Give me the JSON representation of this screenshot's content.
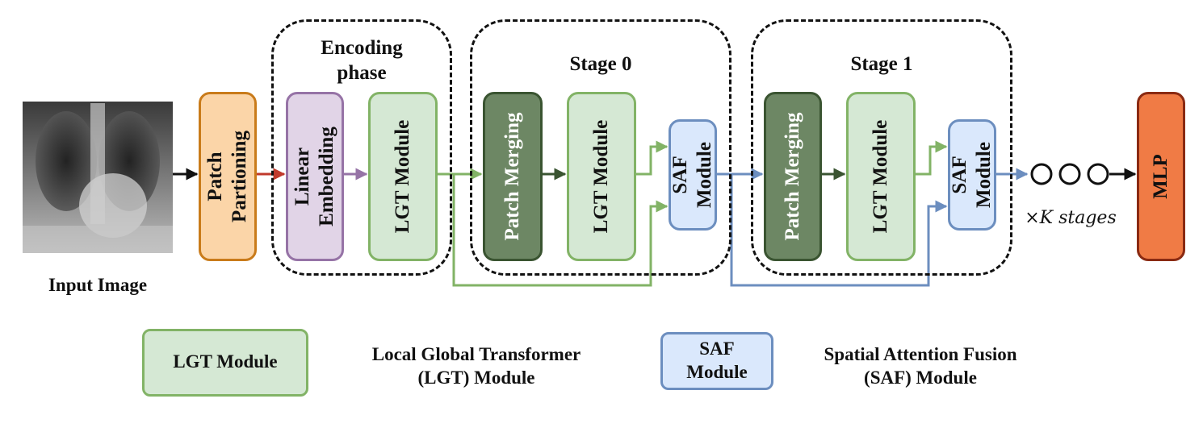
{
  "input_image": {
    "label": "Input Image"
  },
  "phases": {
    "encoding": "Encoding\nphase",
    "stage0": "Stage 0",
    "stage1": "Stage 1"
  },
  "blocks": {
    "patch_partitioning": "Patch\nPartioning",
    "linear_embedding": "Linear\nEmbedding",
    "lgt_encoding": "LGT Module",
    "patch_merging_0": "Patch Merging",
    "lgt_stage0": "LGT Module",
    "saf_stage0": "SAF\nModule",
    "patch_merging_1": "Patch Merging",
    "lgt_stage1": "LGT Module",
    "saf_stage1": "SAF\nModule",
    "mlp": "MLP"
  },
  "repeat_label": "×K stages",
  "legend": {
    "lgt_box": "LGT Module",
    "lgt_desc": "Local Global Transformer\n(LGT) Module",
    "saf_box": "SAF\nModule",
    "saf_desc": "Spatial Attention Fusion\n(SAF) Module"
  },
  "colors": {
    "orange_fill": "#fbd5a8",
    "orange_stroke": "#c97b1a",
    "purple_fill": "#e1d4e7",
    "purple_stroke": "#9673a6",
    "green_fill": "#d5e8d4",
    "green_stroke": "#82b366",
    "dark_green_fill": "#6d8764",
    "dark_green_stroke": "#3a5431",
    "blue_fill": "#dae8fc",
    "blue_stroke": "#6c8ebf",
    "mlp_fill": "#f07b45",
    "mlp_stroke": "#8a2a12",
    "red_arrow": "#c0392b"
  }
}
